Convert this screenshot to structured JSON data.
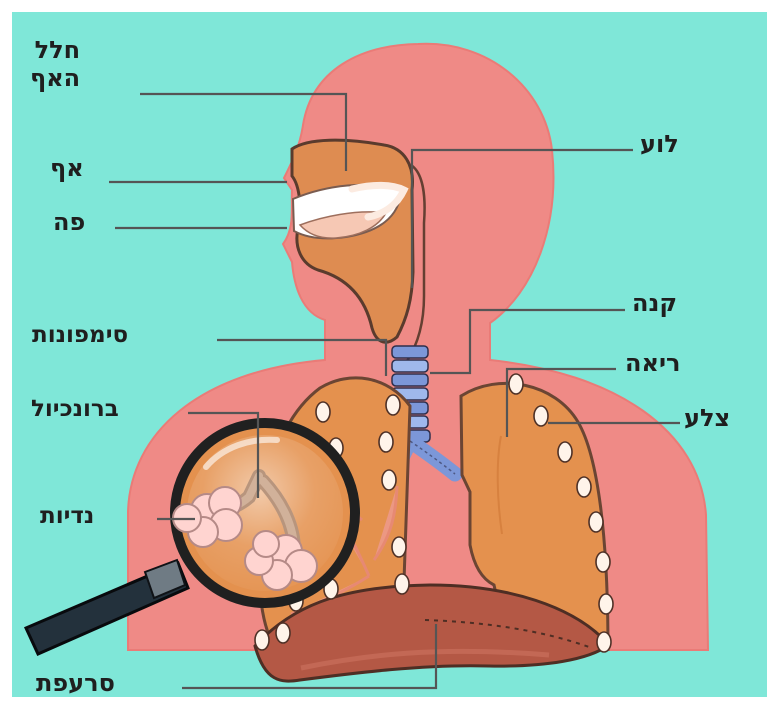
{
  "diagram": {
    "colors": {
      "background": "#7fe7d8",
      "body": "#ef8a86",
      "airway": "#de8c51",
      "lung": "#e4914e",
      "outline": "#2d2d2d",
      "trachea": "#7c97d8",
      "diaphragm": "#b45845",
      "alveoli": "#ffd4d0"
    },
    "labels": {
      "nasal_cavity_line1": "חלל",
      "nasal_cavity_line2": "האף",
      "nose": "אף",
      "mouth": "פה",
      "pharynx": "לוע",
      "trachea": "קנה",
      "bronchi": "סימפונות",
      "lung": "ריאה",
      "rib": "צלע",
      "bronchiole": "ברונכיול",
      "alveoli": "נדיות",
      "diaphragm": "סרעפת"
    }
  }
}
